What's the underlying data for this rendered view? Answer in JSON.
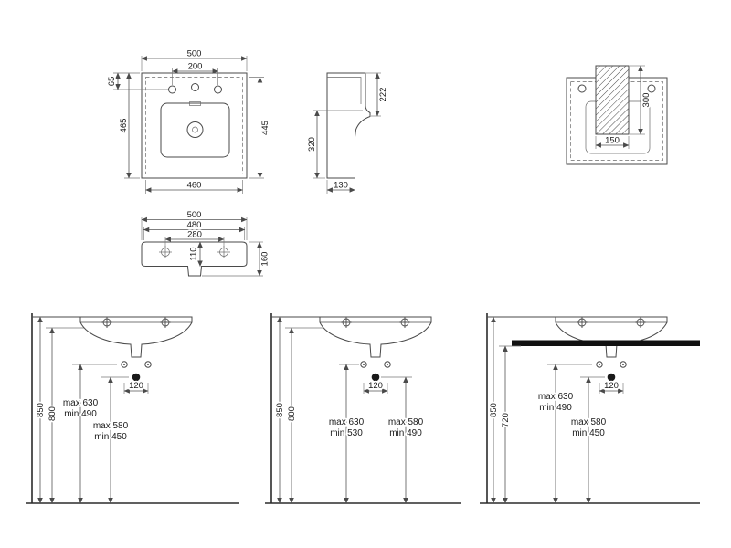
{
  "front_view": {
    "width_top": "500",
    "tap_hole_spacing": "200",
    "tap_hole_offset": "65",
    "height_left": "465",
    "height_right": "445",
    "width_bottom": "460"
  },
  "side_view": {
    "front_depth": "222",
    "height": "320",
    "bottom_depth": "130"
  },
  "rear_view": {
    "hatch_height": "300",
    "hatch_width": "150"
  },
  "plan_view": {
    "width_top": "500",
    "width_inner": "480",
    "hole_spacing": "280",
    "center_offset": "110",
    "depth": "160"
  },
  "installations": [
    {
      "height_total": "850",
      "height_rim": "800",
      "supply_max": "max 630",
      "supply_min": "min 490",
      "drain_max": "max 580",
      "drain_min": "min 450",
      "supply_spacing": "120"
    },
    {
      "height_total": "850",
      "height_rim": "800",
      "supply_max": "max 630",
      "supply_min": "min 530",
      "drain_max": "max 580",
      "drain_min": "min 490",
      "supply_spacing": "120"
    },
    {
      "height_total": "850",
      "height_counter": "720",
      "supply_max": "max 630",
      "supply_min": "min 490",
      "drain_max": "max 580",
      "drain_min": "min 450",
      "supply_spacing": "120"
    }
  ]
}
